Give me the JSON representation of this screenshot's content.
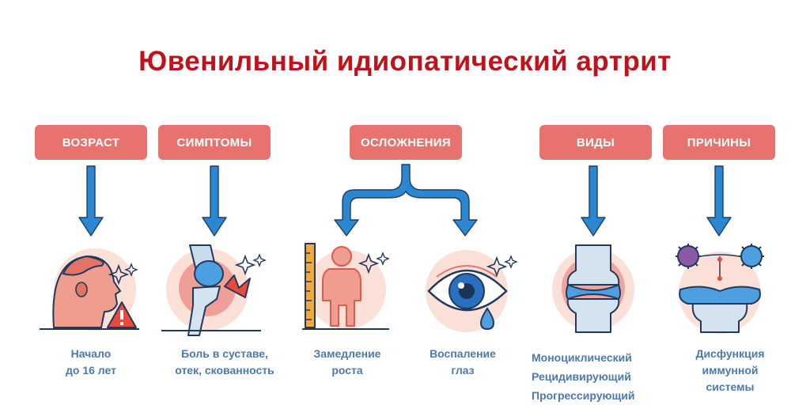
{
  "title": "Ювенильный идиопатический артрит",
  "boxes": {
    "age": "ВОЗРАСТ",
    "symptoms": "СИМПТОМЫ",
    "complications": "ОСЛОЖНЕНИЯ",
    "types": "ВИДЫ",
    "causes": "ПРИЧИНЫ"
  },
  "captions": {
    "age": [
      "Начало",
      "до 16 лет"
    ],
    "symptoms": [
      "Боль в суставе,",
      "отек, скованность"
    ],
    "growth": [
      "Замедление",
      "роста"
    ],
    "eyes": [
      "Воспаление",
      "глаз"
    ],
    "types": [
      "Моноциклический",
      "Рецидивирующий",
      "Прогрессирующий"
    ],
    "causes": [
      "Дисфункция",
      "иммунной",
      "системы"
    ]
  },
  "icons": [
    "child-head-warning-icon",
    "inflamed-knee-icon",
    "height-ruler-child-icon",
    "inflamed-eye-icon",
    "joint-icon",
    "immune-cells-icon"
  ],
  "colors": {
    "title": "#c0121a",
    "box": "#e8736e",
    "arrow": "#2a87d0",
    "caption": "#4c79ad",
    "accent_light": "#f6c9bd",
    "illustration_red": "#e8736e"
  }
}
